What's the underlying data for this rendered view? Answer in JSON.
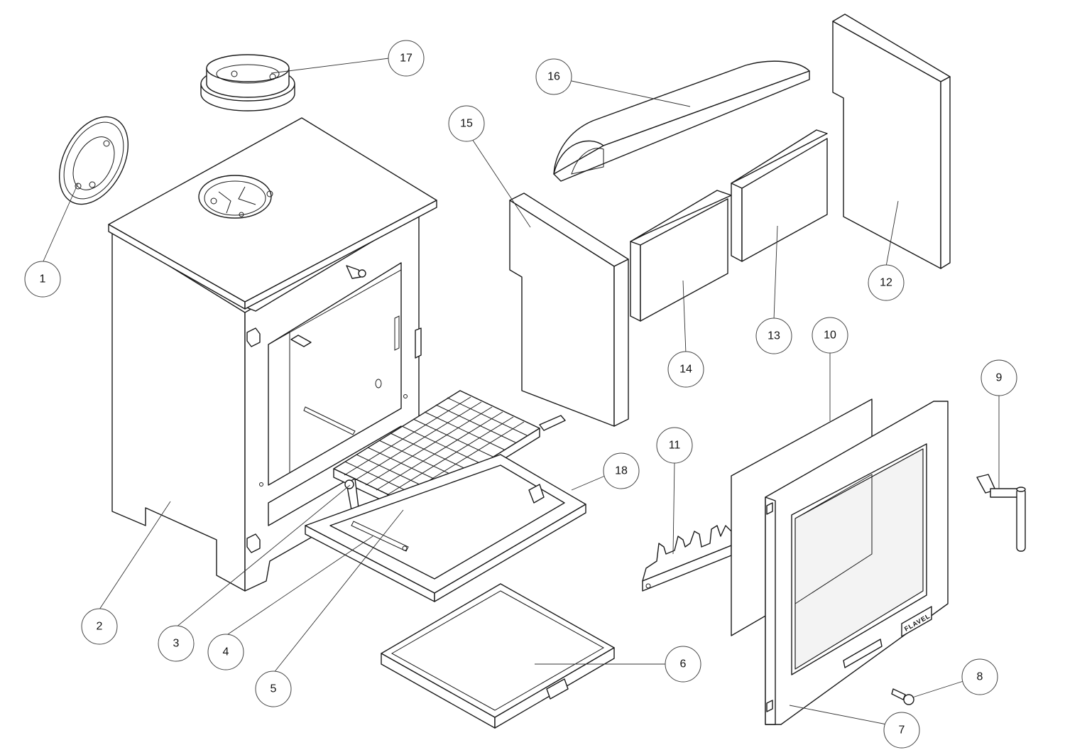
{
  "diagram": {
    "brand_plate": "FLAVEL",
    "callouts": [
      {
        "id": "1",
        "label": "1"
      },
      {
        "id": "2",
        "label": "2"
      },
      {
        "id": "3",
        "label": "3"
      },
      {
        "id": "4",
        "label": "4"
      },
      {
        "id": "5",
        "label": "5"
      },
      {
        "id": "6",
        "label": "6"
      },
      {
        "id": "7",
        "label": "7"
      },
      {
        "id": "8",
        "label": "8"
      },
      {
        "id": "9",
        "label": "9"
      },
      {
        "id": "10",
        "label": "10"
      },
      {
        "id": "11",
        "label": "11"
      },
      {
        "id": "12",
        "label": "12"
      },
      {
        "id": "13",
        "label": "13"
      },
      {
        "id": "14",
        "label": "14"
      },
      {
        "id": "15",
        "label": "15"
      },
      {
        "id": "16",
        "label": "16"
      },
      {
        "id": "17",
        "label": "17"
      },
      {
        "id": "18",
        "label": "18"
      }
    ]
  }
}
